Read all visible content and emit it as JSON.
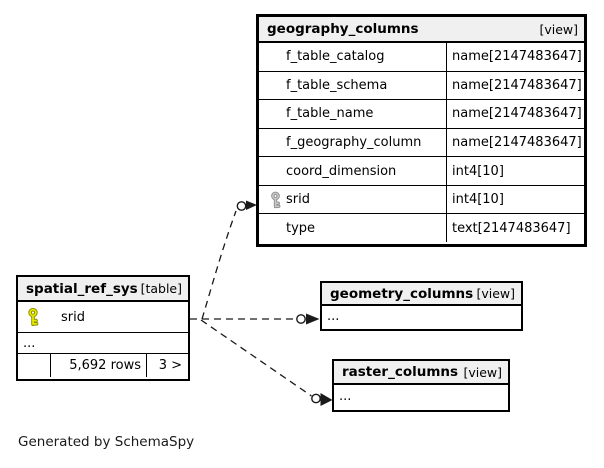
{
  "tables": {
    "geography": {
      "title": "geography_columns",
      "kind": "[view]",
      "columns": [
        {
          "name": "f_table_catalog",
          "type": "name[2147483647]"
        },
        {
          "name": "f_table_schema",
          "type": "name[2147483647]"
        },
        {
          "name": "f_table_name",
          "type": "name[2147483647]"
        },
        {
          "name": "f_geography_column",
          "type": "name[2147483647]"
        },
        {
          "name": "coord_dimension",
          "type": "int4[10]"
        },
        {
          "name": "srid",
          "type": "int4[10]",
          "icon": "foreign-key-icon"
        },
        {
          "name": "type",
          "type": "text[2147483647]"
        }
      ]
    },
    "spatial": {
      "title": "spatial_ref_sys",
      "kind": "[table]",
      "key_column": "srid",
      "more": "...",
      "row_count": "5,692 rows",
      "page_nav": "3 >"
    },
    "geometry": {
      "title": "geometry_columns",
      "kind": "[view]",
      "more": "..."
    },
    "raster": {
      "title": "raster_columns",
      "kind": "[view]",
      "more": "..."
    }
  },
  "colors": {
    "header_bg": "#f0f0f0",
    "border": "#000000",
    "edge": "#1a1a1a",
    "primary_key": "#e8e800",
    "primary_key_outline": "#8f8f00",
    "foreign_key": "#c9c9c9",
    "foreign_key_outline": "#8a8a8a"
  },
  "footer": {
    "note": "Generated by SchemaSpy"
  }
}
